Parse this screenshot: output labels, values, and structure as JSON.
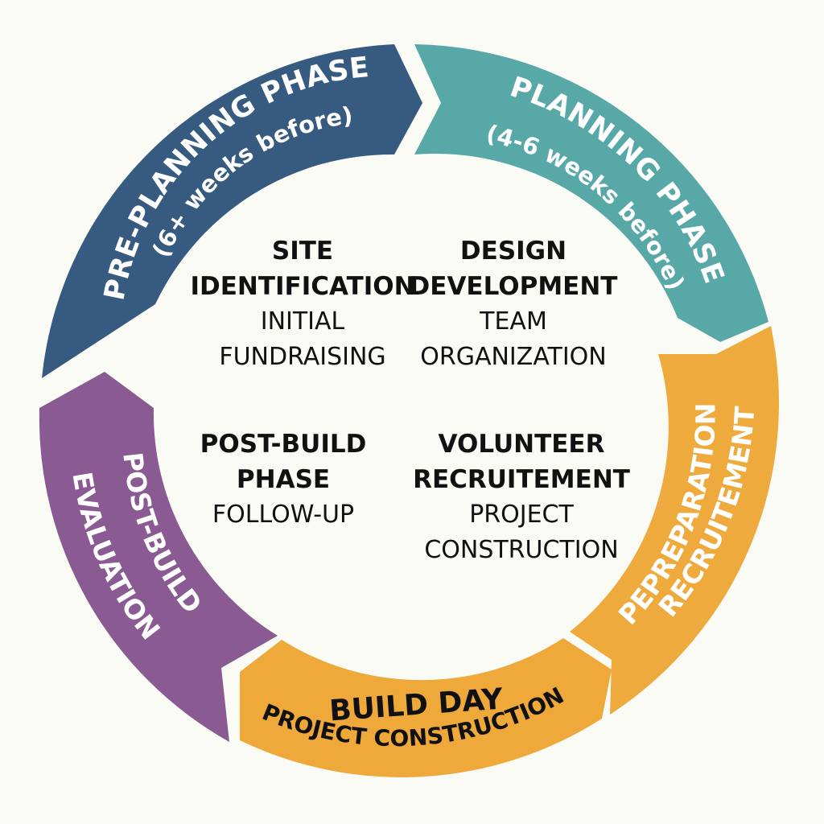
{
  "colors": {
    "background": "#fbfbf6",
    "pre_planning": "#365a80",
    "planning": "#58a8a8",
    "preparation": "#eeaa3c",
    "build_day": "#efa83a",
    "post_build": "#8a5a92",
    "ring_text": "#ffffff",
    "build_day_text": "#111111",
    "center_text": "#111111"
  },
  "ring": {
    "pre_planning": {
      "title": "PRE-PLANNING PHASE",
      "subtitle": "(6+ weeks before)"
    },
    "planning": {
      "title": "PLANNING PHASE",
      "subtitle": "(4-6 weeks before)"
    },
    "preparation": {
      "title": "PEPREPARATION",
      "subtitle": "RECRUITEMENT"
    },
    "build_day": {
      "title": "BUILD DAY",
      "subtitle": "PROJECT CONSTRUCTION"
    },
    "post_build": {
      "title": "POST-BUILD",
      "subtitle": "EVALUATION"
    }
  },
  "center": {
    "top_left": {
      "heading": [
        "SITE",
        "IDENTIFICATION"
      ],
      "sub": [
        "INITIAL",
        "FUNDRAISING"
      ]
    },
    "top_right": {
      "heading": [
        "DESIGN",
        "DEVELOPMENT"
      ],
      "sub": [
        "TEAM",
        "ORGANIZATION"
      ]
    },
    "bottom_left": {
      "heading": [
        "POST-BUILD",
        "PHASE"
      ],
      "sub": [
        "FOLLOW-UP"
      ]
    },
    "bottom_right": {
      "heading": [
        "VOLUNTEER",
        "RECRUITEMENT"
      ],
      "sub": [
        "PROJECT",
        "CONSTRUCTION"
      ]
    }
  }
}
